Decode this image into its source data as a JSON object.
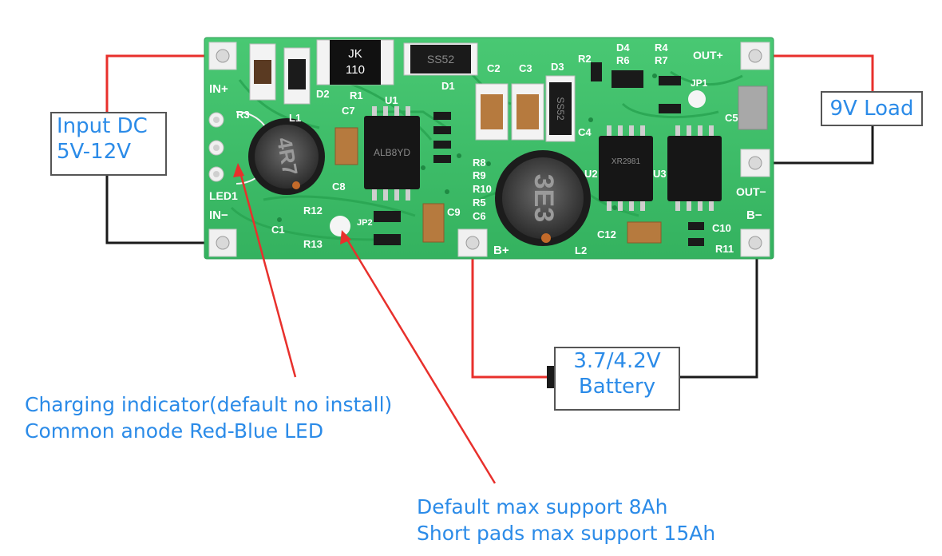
{
  "labels": {
    "input": {
      "line1": "Input DC",
      "line2": "5V-12V"
    },
    "load": "9V Load",
    "battery": {
      "line1": "3.7/4.2V",
      "line2": "Battery"
    }
  },
  "notes": {
    "led": {
      "line1": "Charging indicator(default no install)",
      "line2": "Common anode Red-Blue LED"
    },
    "pads": {
      "line1": "Default max support 8Ah",
      "line2": "Short pads max support 15Ah"
    }
  },
  "silkscreen": {
    "in_plus": "IN+",
    "in_minus": "IN−",
    "led1": "LED1",
    "out_plus": "OUT+",
    "out_minus": "OUT−",
    "b_plus": "B+",
    "b_minus": "B−",
    "jk": "JK",
    "jk_code": "110",
    "ss52_top": "SS52",
    "ss52_side": "SS52",
    "ic1": "ALB8YD",
    "ic2": "XR2981",
    "inductor1": "4R7",
    "inductor2": "3E3",
    "r1": "R1",
    "u1": "U1",
    "d1": "D1",
    "d2": "D2",
    "d3": "D3",
    "d4": "D4",
    "r2": "R2",
    "r4": "R4",
    "r6": "R6",
    "r7": "R7",
    "jp1": "JP1",
    "jp2": "JP2",
    "c1": "C1",
    "c2": "C2",
    "c3": "C3",
    "c4": "C4",
    "c5": "C5",
    "c6": "C6",
    "c7": "C7",
    "c8": "C8",
    "c9": "C9",
    "c10": "C10",
    "c12": "C12",
    "r3": "R3",
    "r5": "R5",
    "r8": "R8",
    "r9": "R9",
    "r10": "R10",
    "r11": "R11",
    "r12": "R12",
    "r13": "R13",
    "l1": "L1",
    "l2": "L2",
    "u2": "U2",
    "u3": "U3"
  },
  "colors": {
    "pcb": "#3fc06a",
    "trace": "#2aa653",
    "wire_red": "#e8302c",
    "wire_black": "#1a1a1a",
    "text_blue": "#2b8be8"
  }
}
